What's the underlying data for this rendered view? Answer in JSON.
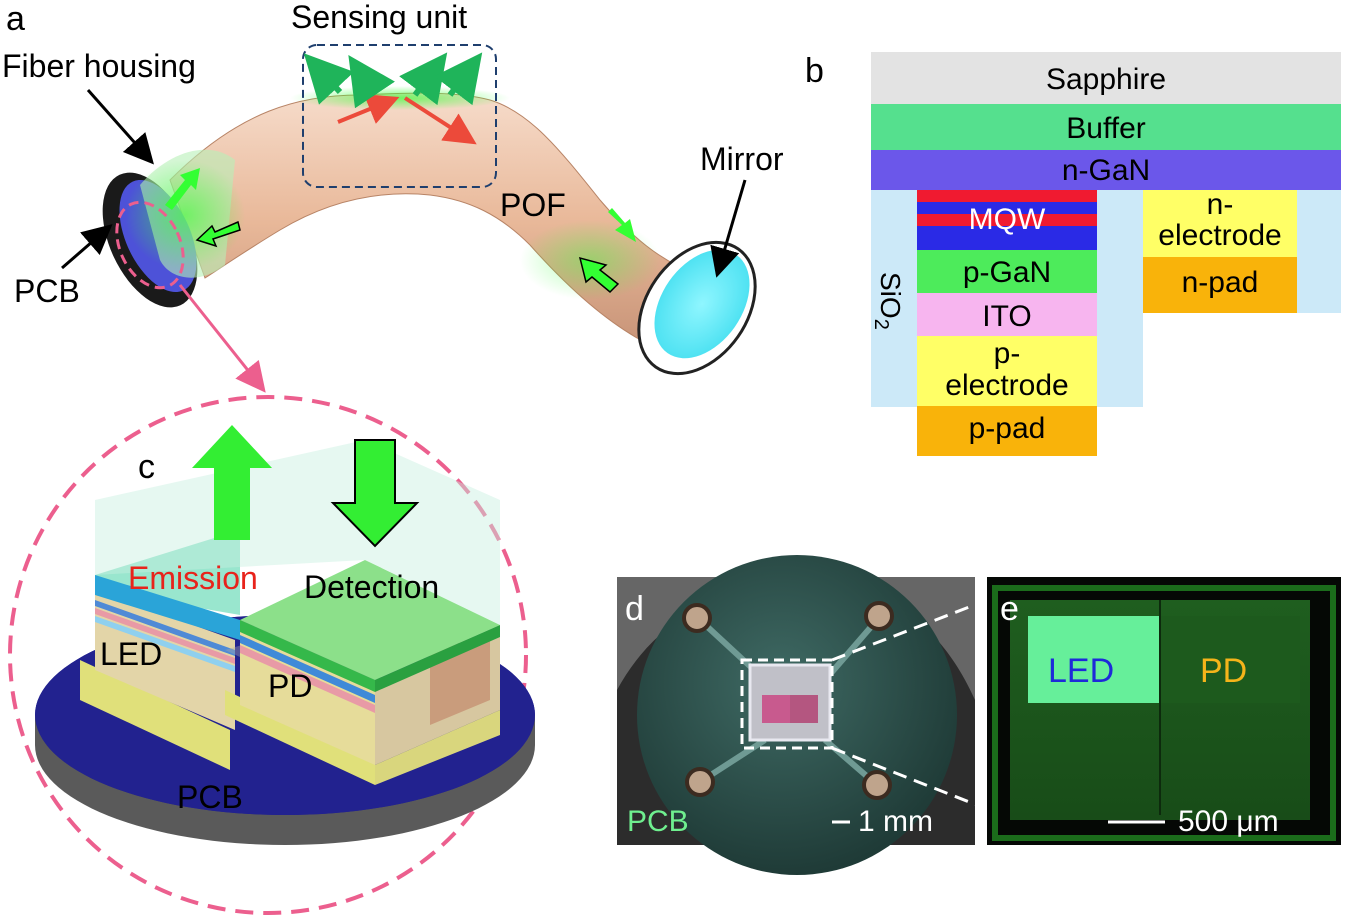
{
  "panel_a": {
    "letter": "a",
    "labels": {
      "sensing_unit": "Sensing unit",
      "fiber_housing": "Fiber housing",
      "pcb": "PCB",
      "pof": "POF",
      "mirror": "Mirror"
    }
  },
  "panel_b": {
    "letter": "b",
    "layers": {
      "sapphire": "Sapphire",
      "buffer": "Buffer",
      "ngan": "n-GaN",
      "mqw": "MQW",
      "pgan": "p-GaN",
      "ito": "ITO",
      "p_electrode_1": "p-",
      "p_electrode_2": "electrode",
      "p_pad": "p-pad",
      "n_electrode_1": "n-",
      "n_electrode_2": "electrode",
      "n_pad": "n-pad",
      "sio2": "SiO",
      "sio2_sub": "2"
    },
    "colors": {
      "sapphire": "#e3e3e3",
      "buffer": "#55e08e",
      "ngan": "#6b57ea",
      "mqw_red": "#f01a30",
      "mqw_blue": "#2a2ae6",
      "pgan": "#4deb5b",
      "ito": "#f7b5ef",
      "electrode": "#ffff66",
      "pad": "#f9b30a",
      "sio2": "#cce9f8"
    }
  },
  "panel_c": {
    "letter": "c",
    "labels": {
      "emission": "Emission",
      "detection": "Detection",
      "led": "LED",
      "pd": "PD",
      "pcb": "PCB"
    }
  },
  "panel_d": {
    "letter": "d",
    "pcb": "PCB",
    "scale": "1 mm"
  },
  "panel_e": {
    "letter": "e",
    "led": "LED",
    "pd": "PD",
    "scale": "500 μm"
  }
}
